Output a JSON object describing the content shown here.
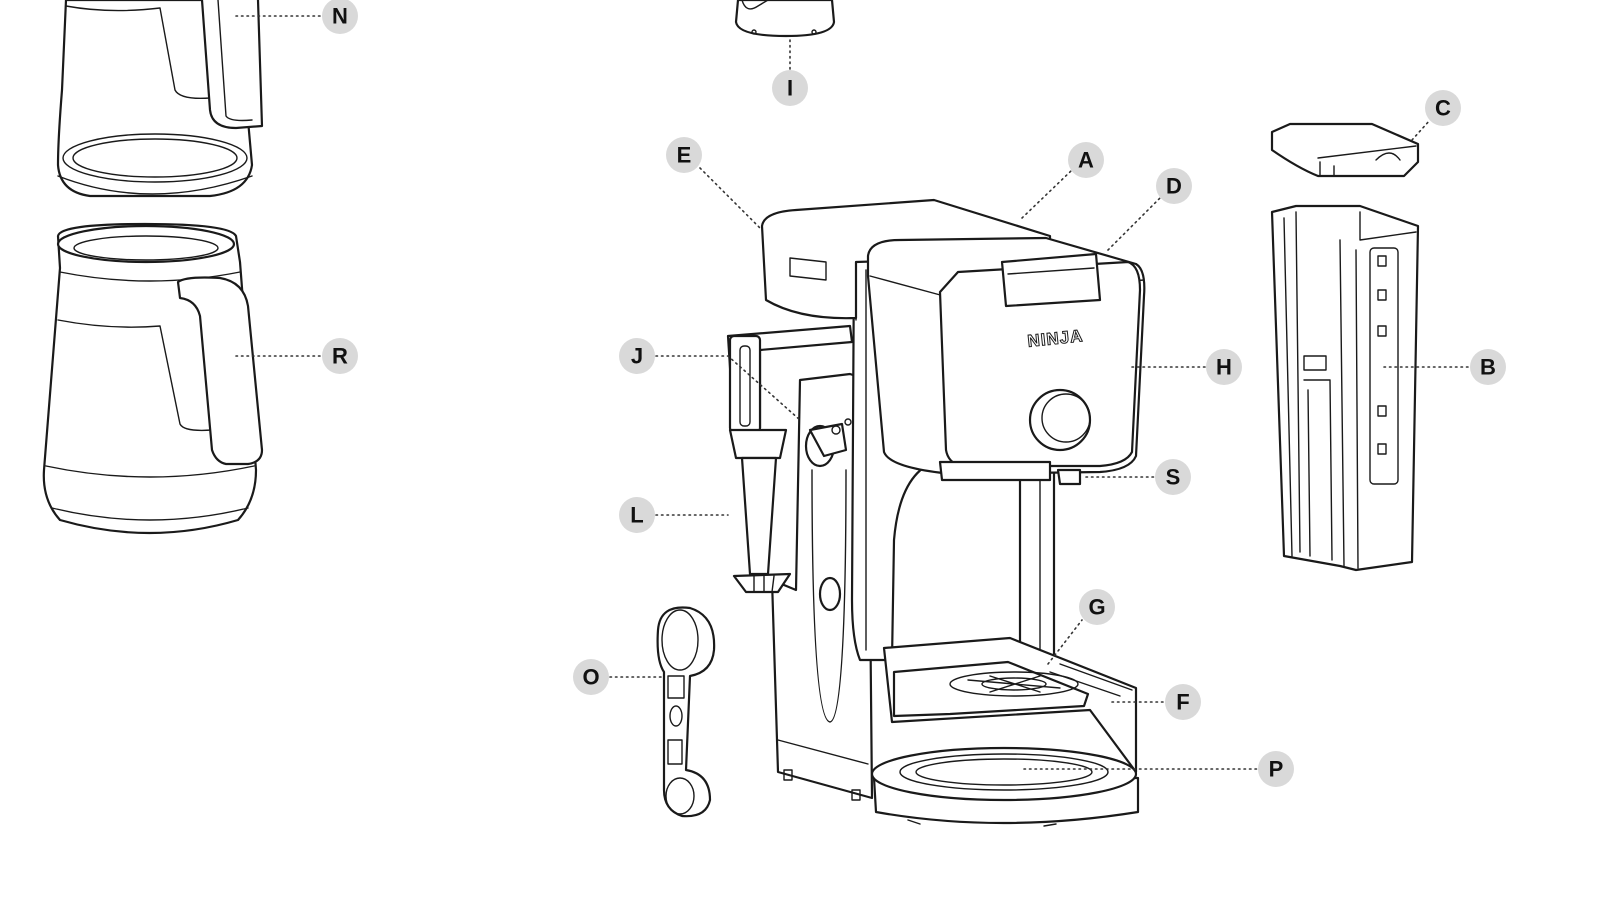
{
  "diagram": {
    "brand_text": "NINJA",
    "label_color": "#d9d9d9",
    "line_color": "#1a1a1a",
    "callouts": [
      {
        "id": "N",
        "text": "N",
        "part": "carafe-lid"
      },
      {
        "id": "R",
        "text": "R",
        "part": "thermal-carafe"
      },
      {
        "id": "I",
        "text": "I",
        "part": "frother-whisk"
      },
      {
        "id": "E",
        "text": "E",
        "part": "brew-basket-top"
      },
      {
        "id": "A",
        "text": "A",
        "part": "brew-head"
      },
      {
        "id": "D",
        "text": "D",
        "part": "brew-basket-door"
      },
      {
        "id": "C",
        "text": "C",
        "part": "reservoir-lid"
      },
      {
        "id": "B",
        "text": "B",
        "part": "water-reservoir"
      },
      {
        "id": "J",
        "text": "J",
        "part": "frother-arm"
      },
      {
        "id": "H",
        "text": "H",
        "part": "control-panel"
      },
      {
        "id": "S",
        "text": "S",
        "part": "drip-stop"
      },
      {
        "id": "L",
        "text": "L",
        "part": "frother-wand"
      },
      {
        "id": "G",
        "text": "G",
        "part": "cup-platform"
      },
      {
        "id": "O",
        "text": "O",
        "part": "measuring-scoop"
      },
      {
        "id": "F",
        "text": "F",
        "part": "drip-tray"
      },
      {
        "id": "P",
        "text": "P",
        "part": "warming-plate"
      }
    ]
  }
}
